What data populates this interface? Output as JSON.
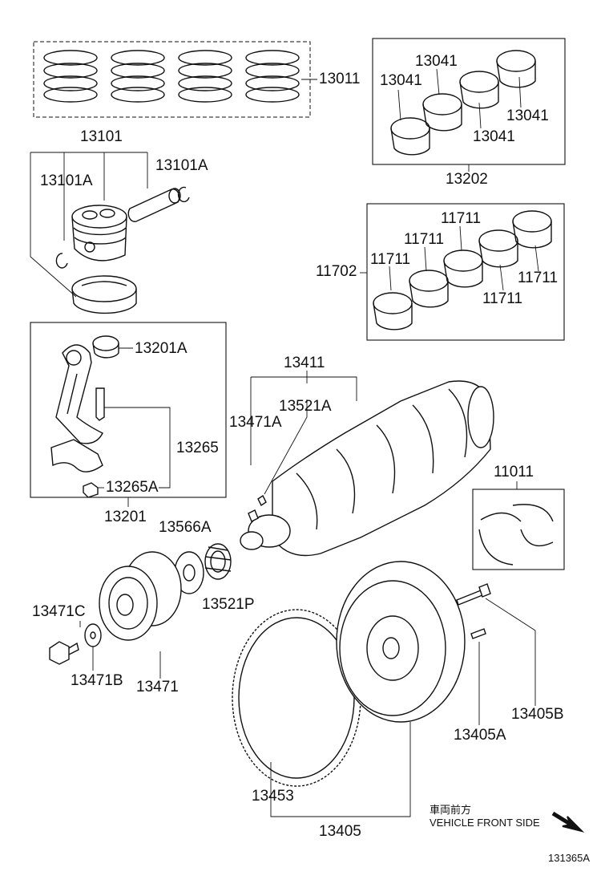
{
  "labels": {
    "p13011": "13011",
    "p13041_a": "13041",
    "p13041_b": "13041",
    "p13041_c": "13041",
    "p13041_d": "13041",
    "p13202": "13202",
    "p13101": "13101",
    "p13101A_left": "13101A",
    "p13101A_right": "13101A",
    "p11711_a": "11711",
    "p11711_b": "11711",
    "p11711_c": "11711",
    "p11711_d": "11711",
    "p11711_e": "11711",
    "p11702": "11702",
    "p13201A": "13201A",
    "p13265": "13265",
    "p13265A": "13265A",
    "p13201": "13201",
    "p13411": "13411",
    "p13521A": "13521A",
    "p13471A": "13471A",
    "p11011": "11011",
    "p13566A": "13566A",
    "p13521P": "13521P",
    "p13471C": "13471C",
    "p13471B": "13471B",
    "p13471": "13471",
    "p13405B": "13405B",
    "p13405A": "13405A",
    "p13453": "13453",
    "p13405": "13405"
  },
  "direction": {
    "jp": "車両前方",
    "en": "VEHICLE FRONT SIDE"
  },
  "figure_id": "131365A"
}
